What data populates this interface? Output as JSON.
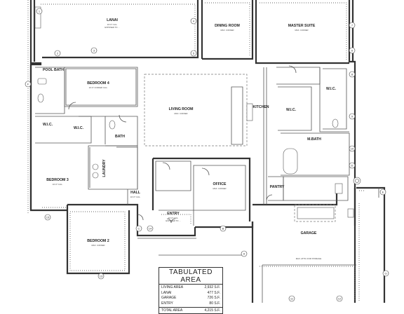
{
  "rooms": {
    "lanai": {
      "name": "LANAI",
      "dims": "16'-0\" CLG.",
      "note": "EXPOSED TO ..."
    },
    "dining_room": {
      "name": "DINING ROOM",
      "dims": "MAX. COFFER"
    },
    "master_suite": {
      "name": "MASTER SUITE",
      "dims": "MAX. COFFER"
    },
    "pool_bath": {
      "name": "POOL BATH"
    },
    "bedroom_4": {
      "name": "BEDROOM 4",
      "dims": "10'-0\" COFFER CLG."
    },
    "living_room": {
      "name": "LIVING ROOM",
      "dims": "MAX. COFFER"
    },
    "kitchen": {
      "name": "KITCHEN"
    },
    "wic_1": {
      "name": "W.I.C."
    },
    "wic_2": {
      "name": "W.I.C."
    },
    "wic_3": {
      "name": "W.I.C."
    },
    "wic_4": {
      "name": "W.I.C."
    },
    "bath": {
      "name": "BATH"
    },
    "m_bath": {
      "name": "M.BATH"
    },
    "laundry": {
      "name": "LAUNDRY"
    },
    "bedroom_3": {
      "name": "BEDROOM 3",
      "dims": "10'-0\" CLG."
    },
    "hall": {
      "name": "HALL",
      "dims": "10'-0\" CLG."
    },
    "office": {
      "name": "OFFICE",
      "dims": "MAX. COFFER"
    },
    "pantry": {
      "name": "PANTRY"
    },
    "entry": {
      "name": "ENTRY",
      "dims": "10'-0\" CLG.",
      "note": "EXPOSED TO ..."
    },
    "garage": {
      "name": "GARAGE",
      "dims": "MAX. ATTIC FOR STORAGE"
    },
    "bedroom_2": {
      "name": "BEDROOM 2",
      "dims": "MAX. COFFER"
    }
  },
  "door_tags": [
    "1",
    "2",
    "3",
    "4",
    "5",
    "6",
    "7",
    "8",
    "9",
    "10",
    "11",
    "12",
    "13",
    "14",
    "15",
    "A",
    "B",
    "C",
    "D",
    "E",
    "F",
    "G"
  ],
  "tabulated_area": {
    "title": "TABULATED AREA",
    "rows": [
      {
        "label": "LIVING AREA",
        "value": "2,932 S.F."
      },
      {
        "label": "LANAI",
        "value": "477 S.F."
      },
      {
        "label": "GARAGE",
        "value": "726 S.F."
      },
      {
        "label": "ENTRY",
        "value": "80 S.F."
      }
    ],
    "total": {
      "label": "TOTAL AREA",
      "value": "4,215 S.F."
    }
  }
}
